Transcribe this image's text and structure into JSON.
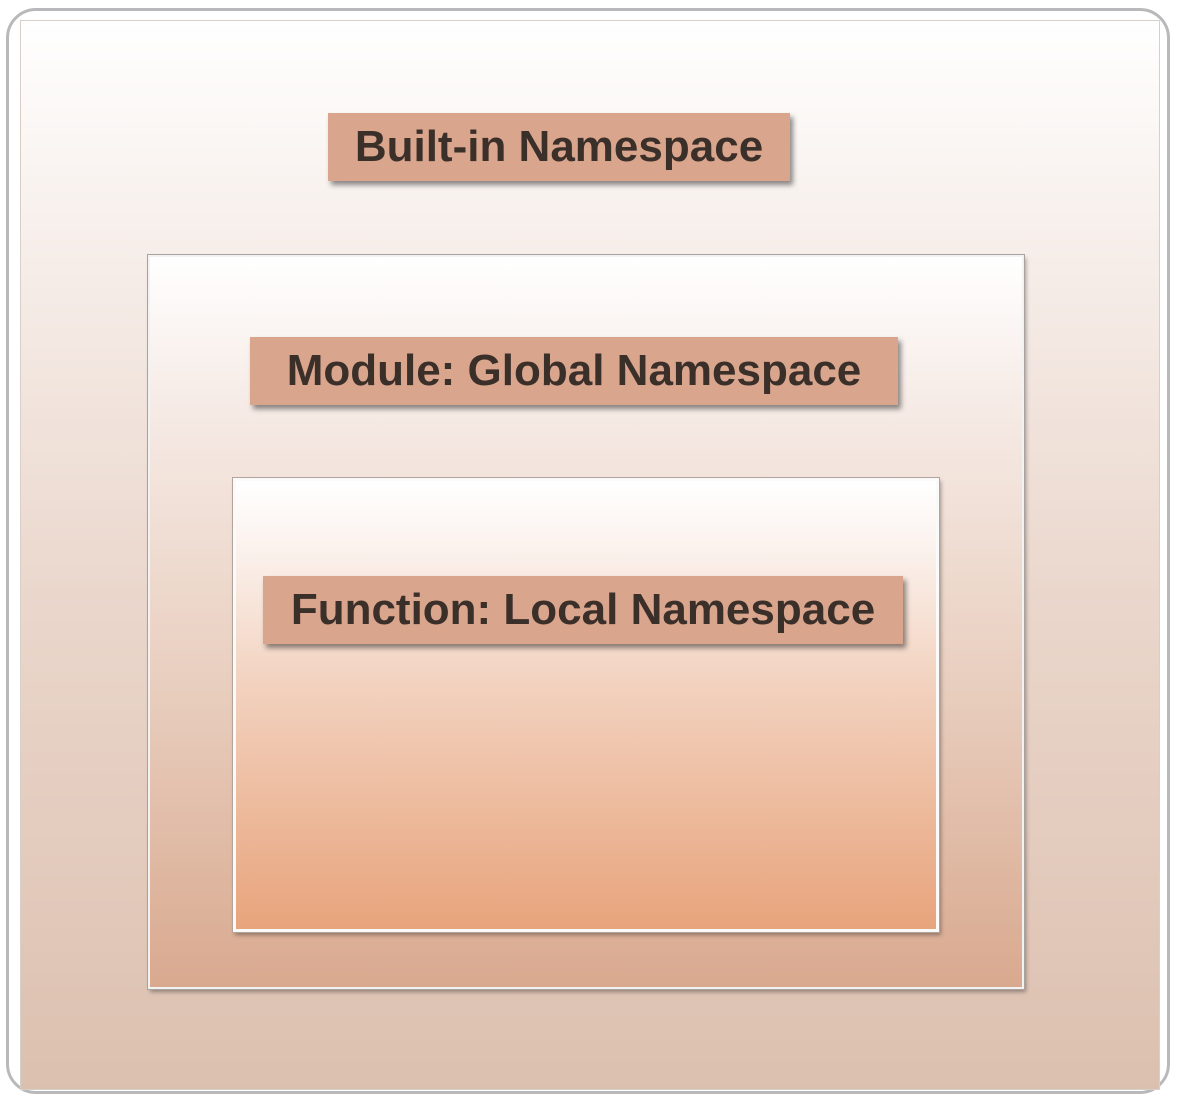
{
  "diagram": {
    "builtin_label": "Built-in Namespace",
    "module_label": "Module: Global Namespace",
    "function_label": "Function: Local Namespace"
  }
}
